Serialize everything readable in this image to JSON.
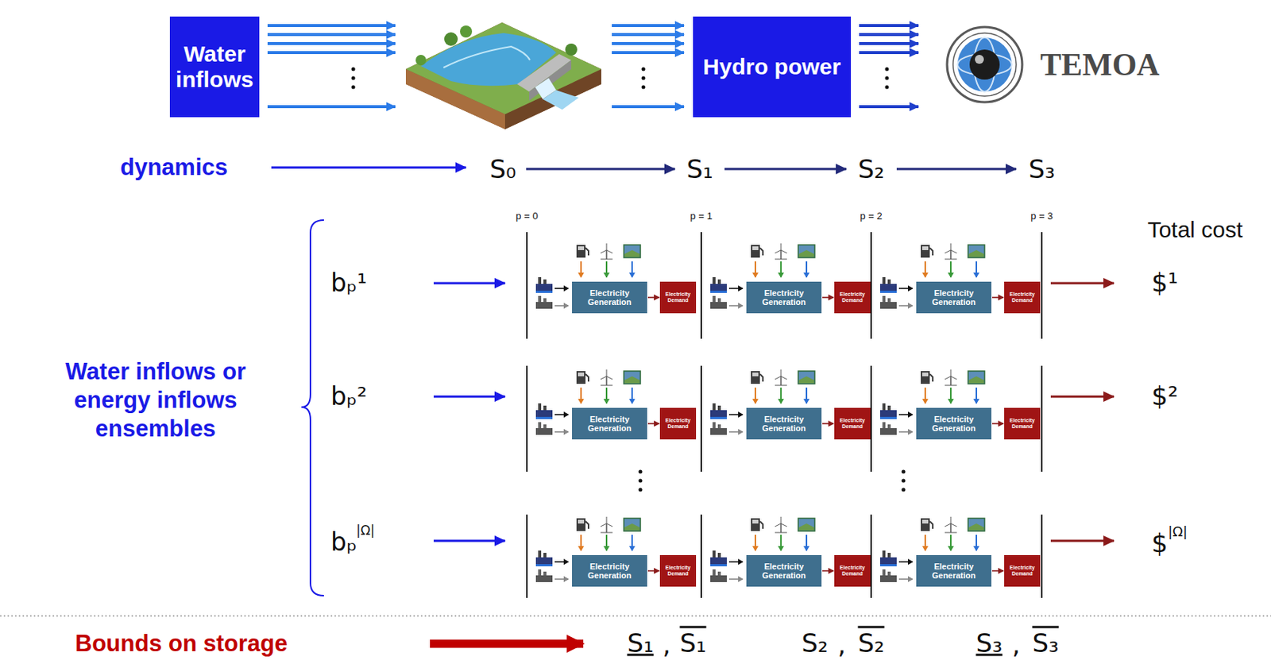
{
  "diagram": {
    "nodes": [
      {
        "text": [
          "Water inflows"
        ]
      },
      {
        "text": [
          "Hydro power"
        ]
      },
      {
        "text": [
          "Electricity Generation"
        ]
      },
      {
        "text": [
          "Electricity Demand"
        ]
      },
      {
        "text": [
          "Electricity Generation"
        ]
      },
      {
        "text": [
          "Electricity Demand"
        ]
      },
      {
        "text": [
          "Electricity Generation"
        ]
      },
      {
        "text": [
          "Electricity Demand"
        ]
      },
      {
        "text": [
          "Electricity Generation"
        ]
      },
      {
        "text": [
          "Electricity Demand"
        ]
      },
      {
        "text": [
          "Electricity Generation"
        ]
      },
      {
        "text": [
          "Electricity Demand"
        ]
      },
      {
        "text": [
          "Electricity Generation"
        ]
      },
      {
        "text": [
          "Electricity Demand"
        ]
      },
      {
        "text": [
          "Electricity Generation"
        ]
      },
      {
        "text": [
          "Electricity Demand"
        ]
      },
      {
        "text": [
          "Electricity Generation"
        ]
      },
      {
        "text": [
          "Electricity Demand"
        ]
      },
      {
        "text": [
          "Electricity Generation"
        ]
      },
      {
        "text": [
          "Electricity Demand"
        ]
      }
    ],
    "edges": [
      {
        "from": 2,
        "to": 3,
        "arrow": "to"
      },
      {
        "from": 4,
        "to": 5,
        "arrow": "to"
      },
      {
        "from": 6,
        "to": 7,
        "arrow": "to"
      },
      {
        "from": 8,
        "to": 9,
        "arrow": "to"
      },
      {
        "from": 10,
        "to": 11,
        "arrow": "to"
      },
      {
        "from": 12,
        "to": 13,
        "arrow": "to"
      },
      {
        "from": 14,
        "to": 15,
        "arrow": "to"
      },
      {
        "from": 16,
        "to": 17,
        "arrow": "to"
      },
      {
        "from": 18,
        "to": 19,
        "arrow": "to"
      }
    ],
    "labels": [
      "TEMOA",
      "dynamics",
      "S₀",
      "S₁",
      "S₂",
      "S₃",
      "p = 0",
      "p = 1",
      "p = 2",
      "p = 3",
      "Total cost",
      "Water inflows or energy inflows ensembles",
      "bₚ¹",
      "bₚ²",
      "bₚ",
      "|Ω|",
      "$¹",
      "$²",
      "$",
      "|Ω|",
      "Bounds on storage",
      "S₁",
      ",",
      "S₁",
      "S₂",
      ",",
      "S₂",
      "S₃",
      ",",
      "S₃"
    ]
  }
}
